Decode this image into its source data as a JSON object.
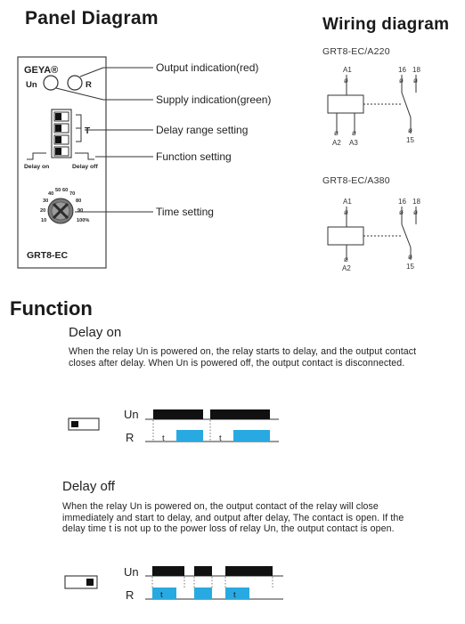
{
  "panel": {
    "title": "Panel Diagram",
    "brand": "GEYA®",
    "un_label": "Un",
    "r_label": "R",
    "t_label": "T",
    "delay_on_label": "Delay on",
    "delay_off_label": "Delay off",
    "dial_marks": [
      "10",
      "20",
      "30",
      "40",
      "50",
      "60",
      "70",
      "80",
      "90",
      "100%"
    ],
    "model": "GRT8-EC",
    "callouts": {
      "output": "Output indication(red)",
      "supply": "Supply indication(green)",
      "delay_range": "Delay range setting",
      "function": "Function setting",
      "time": "Time setting"
    }
  },
  "wiring": {
    "title": "Wiring diagram",
    "diagram1": {
      "model": "GRT8-EC/A220",
      "terminals": {
        "a1": "A1",
        "a2": "A2",
        "a3": "A3",
        "t16": "16",
        "t18": "18",
        "t15": "15"
      }
    },
    "diagram2": {
      "model": "GRT8-EC/A380",
      "terminals": {
        "a1": "A1",
        "a2": "A2",
        "t16": "16",
        "t18": "18",
        "t15": "15"
      }
    }
  },
  "function": {
    "title": "Function",
    "delay_on": {
      "title": "Delay on",
      "text": "When the relay Un is powered on, the relay starts to delay, and the output contact closes after  delay.  When Un is powered off, the output contact is disconnected.",
      "un": "Un",
      "r": "R",
      "t": "t"
    },
    "delay_off": {
      "title": "Delay off",
      "text": "When the relay Un is powered on, the output contact of the relay will close immediately and start to delay, and output after delay, The contact is open. If the delay time t is not up to the power loss of relay Un, the output contact is open.",
      "un": "Un",
      "r": "R",
      "t": "t"
    }
  },
  "colors": {
    "timing_on": "#111111",
    "timing_relay": "#29a9e1",
    "line": "#333333"
  }
}
